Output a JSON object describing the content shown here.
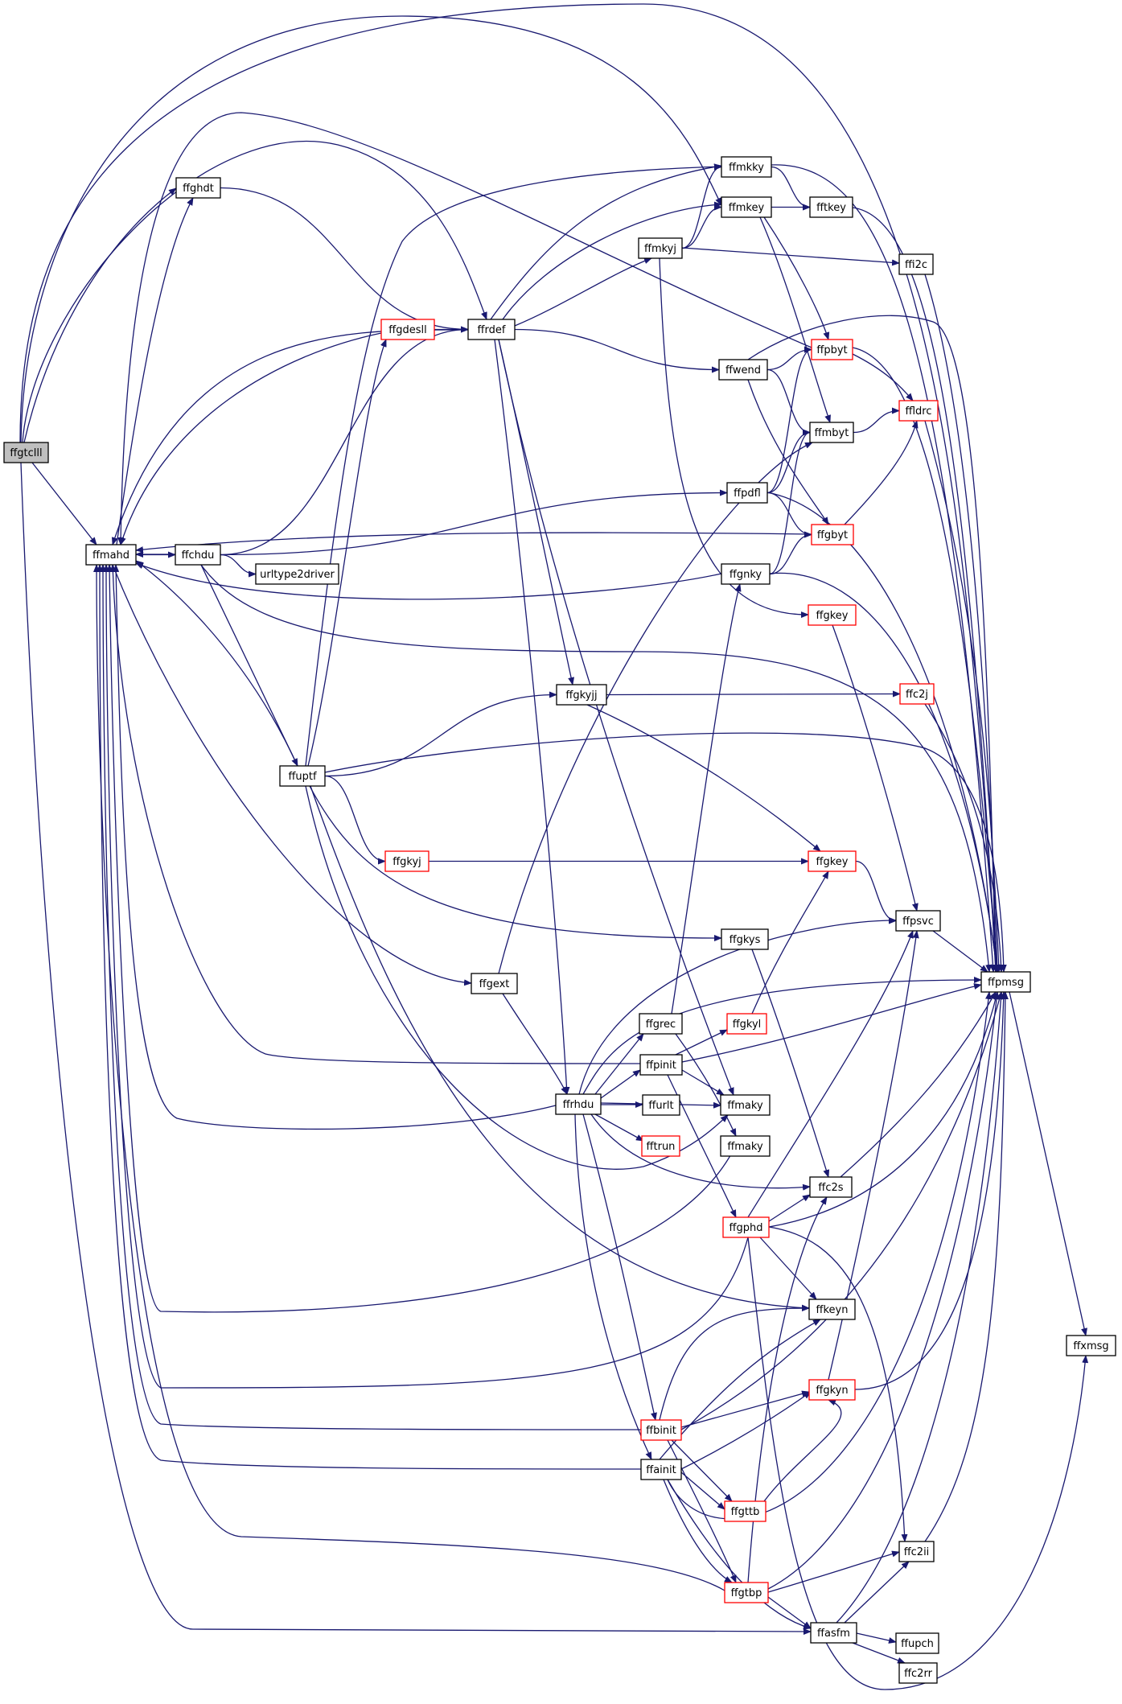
{
  "colors": {
    "edge": "#191970",
    "arrow": "#191970",
    "normal_border": "#000000",
    "truncated_border": "#ff0000",
    "root_fill": "#bfbfbf",
    "node_fill": "#ffffff"
  },
  "nodes": [
    {
      "id": "ffgtclll",
      "label": "ffgtclll",
      "style": "root"
    },
    {
      "id": "ffmahd",
      "label": "ffmahd",
      "style": "normal"
    },
    {
      "id": "ffchdu",
      "label": "ffchdu",
      "style": "normal"
    },
    {
      "id": "urltype2driver",
      "label": "urltype2driver",
      "style": "normal"
    },
    {
      "id": "ffghdt",
      "label": "ffghdt",
      "style": "normal"
    },
    {
      "id": "ffgdesll",
      "label": "ffgdesll",
      "style": "truncated"
    },
    {
      "id": "ffrdef",
      "label": "ffrdef",
      "style": "normal"
    },
    {
      "id": "ffuptf",
      "label": "ffuptf",
      "style": "normal"
    },
    {
      "id": "ffgkyj_red",
      "label": "ffgkyj",
      "style": "truncated"
    },
    {
      "id": "ffgext",
      "label": "ffgext",
      "style": "normal"
    },
    {
      "id": "ffrhdu",
      "label": "ffrhdu",
      "style": "normal"
    },
    {
      "id": "ffmkky",
      "label": "ffmkky",
      "style": "normal"
    },
    {
      "id": "ffmkey",
      "label": "ffmkey",
      "style": "normal"
    },
    {
      "id": "ffmkyj",
      "label": "ffmkyj",
      "style": "normal"
    },
    {
      "id": "ffwend",
      "label": "ffwend",
      "style": "normal"
    },
    {
      "id": "ffpdfl",
      "label": "ffpdfl",
      "style": "normal"
    },
    {
      "id": "ffgnky",
      "label": "ffgnky",
      "style": "normal"
    },
    {
      "id": "ffgkyjj",
      "label": "ffgkyjj",
      "style": "normal"
    },
    {
      "id": "ffgkys",
      "label": "ffgkys",
      "style": "normal"
    },
    {
      "id": "ffgrec",
      "label": "ffgrec",
      "style": "normal"
    },
    {
      "id": "ffgkyl",
      "label": "ffgkyl",
      "style": "truncated"
    },
    {
      "id": "ffpinit",
      "label": "ffpinit",
      "style": "normal"
    },
    {
      "id": "ffurlt",
      "label": "ffurlt",
      "style": "normal"
    },
    {
      "id": "fftrun",
      "label": "fftrun",
      "style": "truncated"
    },
    {
      "id": "ffmaky1",
      "label": "ffmaky",
      "style": "normal"
    },
    {
      "id": "ffmaky2",
      "label": "ffmaky",
      "style": "normal"
    },
    {
      "id": "ffgphd",
      "label": "ffgphd",
      "style": "truncated"
    },
    {
      "id": "ffbinit",
      "label": "ffbinit",
      "style": "truncated"
    },
    {
      "id": "ffainit",
      "label": "ffainit",
      "style": "normal"
    },
    {
      "id": "ffgttb",
      "label": "ffgttb",
      "style": "truncated"
    },
    {
      "id": "ffgtbp",
      "label": "ffgtbp",
      "style": "truncated"
    },
    {
      "id": "fftkey",
      "label": "fftkey",
      "style": "normal"
    },
    {
      "id": "ffpbyt",
      "label": "ffpbyt",
      "style": "truncated"
    },
    {
      "id": "ffmbyt",
      "label": "ffmbyt",
      "style": "normal"
    },
    {
      "id": "ffgbyt",
      "label": "ffgbyt",
      "style": "truncated"
    },
    {
      "id": "ffgkey1",
      "label": "ffgkey",
      "style": "truncated"
    },
    {
      "id": "ffgkey2",
      "label": "ffgkey",
      "style": "truncated"
    },
    {
      "id": "ffc2s",
      "label": "ffc2s",
      "style": "normal"
    },
    {
      "id": "ffkeyn",
      "label": "ffkeyn",
      "style": "normal"
    },
    {
      "id": "ffgkyn",
      "label": "ffgkyn",
      "style": "truncated"
    },
    {
      "id": "ffasfm",
      "label": "ffasfm",
      "style": "normal"
    },
    {
      "id": "ffi2c",
      "label": "ffi2c",
      "style": "normal"
    },
    {
      "id": "ffldrc",
      "label": "ffldrc",
      "style": "truncated"
    },
    {
      "id": "ffc2j",
      "label": "ffc2j",
      "style": "truncated"
    },
    {
      "id": "ffpsvc",
      "label": "ffpsvc",
      "style": "normal"
    },
    {
      "id": "ffc2ii",
      "label": "ffc2ii",
      "style": "normal"
    },
    {
      "id": "ffupch",
      "label": "ffupch",
      "style": "normal"
    },
    {
      "id": "ffc2rr",
      "label": "ffc2rr",
      "style": "normal"
    },
    {
      "id": "ffpmsg",
      "label": "ffpmsg",
      "style": "normal"
    },
    {
      "id": "ffxmsg",
      "label": "ffxmsg",
      "style": "normal"
    }
  ],
  "edges": [
    [
      "ffgtclll",
      "ffmahd"
    ],
    [
      "ffgtclll",
      "ffghdt"
    ],
    [
      "ffgtclll",
      "ffrdef"
    ],
    [
      "ffgtclll",
      "ffmkey"
    ],
    [
      "ffgtclll",
      "ffpmsg"
    ],
    [
      "ffgtclll",
      "ffasfm"
    ],
    [
      "ffmahd",
      "ffchdu"
    ],
    [
      "ffmahd",
      "ffgext"
    ],
    [
      "ffmahd",
      "ffghdt"
    ],
    [
      "ffchdu",
      "ffmahd"
    ],
    [
      "ffchdu",
      "urltype2driver"
    ],
    [
      "ffchdu",
      "ffrdef"
    ],
    [
      "ffchdu",
      "ffuptf"
    ],
    [
      "ffchdu",
      "ffpdfl"
    ],
    [
      "ffchdu",
      "ffpmsg"
    ],
    [
      "ffghdt",
      "ffrdef"
    ],
    [
      "ffgdesll",
      "ffmahd"
    ],
    [
      "ffgdesll",
      "ffrdef"
    ],
    [
      "ffrdef",
      "ffmahd"
    ],
    [
      "ffrdef",
      "ffmkky"
    ],
    [
      "ffrdef",
      "ffmkey"
    ],
    [
      "ffrdef",
      "ffmkyj"
    ],
    [
      "ffrdef",
      "ffwend"
    ],
    [
      "ffrdef",
      "ffgkyjj"
    ],
    [
      "ffrdef",
      "ffmaky1"
    ],
    [
      "ffrdef",
      "ffrhdu"
    ],
    [
      "ffuptf",
      "ffmahd"
    ],
    [
      "ffuptf",
      "ffgdesll"
    ],
    [
      "ffuptf",
      "ffmkky"
    ],
    [
      "ffuptf",
      "ffgkyjj"
    ],
    [
      "ffuptf",
      "ffgkyj_red"
    ],
    [
      "ffuptf",
      "ffgkys"
    ],
    [
      "ffuptf",
      "ffmaky1"
    ],
    [
      "ffuptf",
      "ffkeyn"
    ],
    [
      "ffuptf",
      "ffpmsg"
    ],
    [
      "ffgkyj_red",
      "ffgkey1"
    ],
    [
      "ffgext",
      "ffrhdu"
    ],
    [
      "ffgext",
      "ffmbyt"
    ],
    [
      "ffrhdu",
      "ffmahd"
    ],
    [
      "ffrhdu",
      "ffgrec"
    ],
    [
      "ffrhdu",
      "ffpinit"
    ],
    [
      "ffrhdu",
      "ffurlt"
    ],
    [
      "ffrhdu",
      "ffmaky1"
    ],
    [
      "ffrhdu",
      "fftrun"
    ],
    [
      "ffrhdu",
      "ffbinit"
    ],
    [
      "ffrhdu",
      "ffainit"
    ],
    [
      "ffrhdu",
      "ffc2s"
    ],
    [
      "ffrhdu",
      "ffpsvc"
    ],
    [
      "ffrhdu",
      "ffpmsg"
    ],
    [
      "ffmkky",
      "fftkey"
    ],
    [
      "ffmkky",
      "ffpmsg"
    ],
    [
      "ffmkey",
      "fftkey"
    ],
    [
      "ffmkey",
      "ffpbyt"
    ],
    [
      "ffmkey",
      "ffmbyt"
    ],
    [
      "ffmkyj",
      "ffmkky"
    ],
    [
      "ffmkyj",
      "ffmkey"
    ],
    [
      "ffmkyj",
      "ffi2c"
    ],
    [
      "ffmkyj",
      "ffgkey2"
    ],
    [
      "ffwend",
      "ffpbyt"
    ],
    [
      "ffwend",
      "ffmbyt"
    ],
    [
      "ffwend",
      "ffgbyt"
    ],
    [
      "ffwend",
      "ffpmsg"
    ],
    [
      "ffpdfl",
      "ffpbyt"
    ],
    [
      "ffpdfl",
      "ffmbyt"
    ],
    [
      "ffpdfl",
      "ffgbyt"
    ],
    [
      "ffpdfl",
      "ffpmsg"
    ],
    [
      "ffgnky",
      "ffmahd"
    ],
    [
      "ffgnky",
      "ffmbyt"
    ],
    [
      "ffgnky",
      "ffgbyt"
    ],
    [
      "ffgnky",
      "ffpmsg"
    ],
    [
      "ffgkyjj",
      "ffc2j"
    ],
    [
      "ffgkyjj",
      "ffgkey1"
    ],
    [
      "ffgkys",
      "ffc2s"
    ],
    [
      "ffgrec",
      "ffgnky"
    ],
    [
      "ffgrec",
      "ffmaky2"
    ],
    [
      "ffgkyl",
      "ffgkey1"
    ],
    [
      "ffpinit",
      "ffmahd"
    ],
    [
      "ffpinit",
      "ffgkyl"
    ],
    [
      "ffpinit",
      "ffmaky1"
    ],
    [
      "ffpinit",
      "ffgphd"
    ],
    [
      "ffpinit",
      "ffpmsg"
    ],
    [
      "ffmaky2",
      "ffmahd"
    ],
    [
      "ffgphd",
      "ffmahd"
    ],
    [
      "ffgphd",
      "ffc2s"
    ],
    [
      "ffgphd",
      "ffpsvc"
    ],
    [
      "ffgphd",
      "ffkeyn"
    ],
    [
      "ffgphd",
      "ffc2ii"
    ],
    [
      "ffgphd",
      "ffpmsg"
    ],
    [
      "ffgphd",
      "ffxmsg"
    ],
    [
      "ffbinit",
      "ffmahd"
    ],
    [
      "ffbinit",
      "ffkeyn"
    ],
    [
      "ffbinit",
      "ffgkyn"
    ],
    [
      "ffbinit",
      "ffgttb"
    ],
    [
      "ffbinit",
      "ffgtbp"
    ],
    [
      "ffbinit",
      "ffpmsg"
    ],
    [
      "ffainit",
      "ffmahd"
    ],
    [
      "ffainit",
      "ffkeyn"
    ],
    [
      "ffainit",
      "ffgkyn"
    ],
    [
      "ffainit",
      "ffgttb"
    ],
    [
      "ffainit",
      "ffgtbp"
    ],
    [
      "ffainit",
      "ffasfm"
    ],
    [
      "ffainit",
      "ffpmsg"
    ],
    [
      "ffgttb",
      "ffgkyn"
    ],
    [
      "ffgtbp",
      "ffmahd"
    ],
    [
      "ffgtbp",
      "ffc2s"
    ],
    [
      "ffgtbp",
      "ffc2ii"
    ],
    [
      "ffgtbp",
      "ffasfm"
    ],
    [
      "ffgtbp",
      "ffpmsg"
    ],
    [
      "fftkey",
      "ffpmsg"
    ],
    [
      "ffpbyt",
      "ffmahd"
    ],
    [
      "ffpbyt",
      "ffldrc"
    ],
    [
      "ffpbyt",
      "ffpmsg"
    ],
    [
      "ffmbyt",
      "ffldrc"
    ],
    [
      "ffgbyt",
      "ffmahd"
    ],
    [
      "ffgbyt",
      "ffldrc"
    ],
    [
      "ffgkey1",
      "ffpsvc"
    ],
    [
      "ffgkey2",
      "ffpsvc"
    ],
    [
      "ffc2s",
      "ffpmsg"
    ],
    [
      "ffgkyn",
      "ffpsvc"
    ],
    [
      "ffgkyn",
      "ffpmsg"
    ],
    [
      "ffasfm",
      "ffc2ii"
    ],
    [
      "ffasfm",
      "ffupch"
    ],
    [
      "ffasfm",
      "ffc2rr"
    ],
    [
      "ffasfm",
      "ffpmsg"
    ],
    [
      "ffi2c",
      "ffpmsg"
    ],
    [
      "ffldrc",
      "ffpmsg"
    ],
    [
      "ffc2j",
      "ffpmsg"
    ],
    [
      "ffpsvc",
      "ffpmsg"
    ],
    [
      "ffc2ii",
      "ffpmsg"
    ],
    [
      "ffpmsg",
      "ffxmsg"
    ]
  ]
}
